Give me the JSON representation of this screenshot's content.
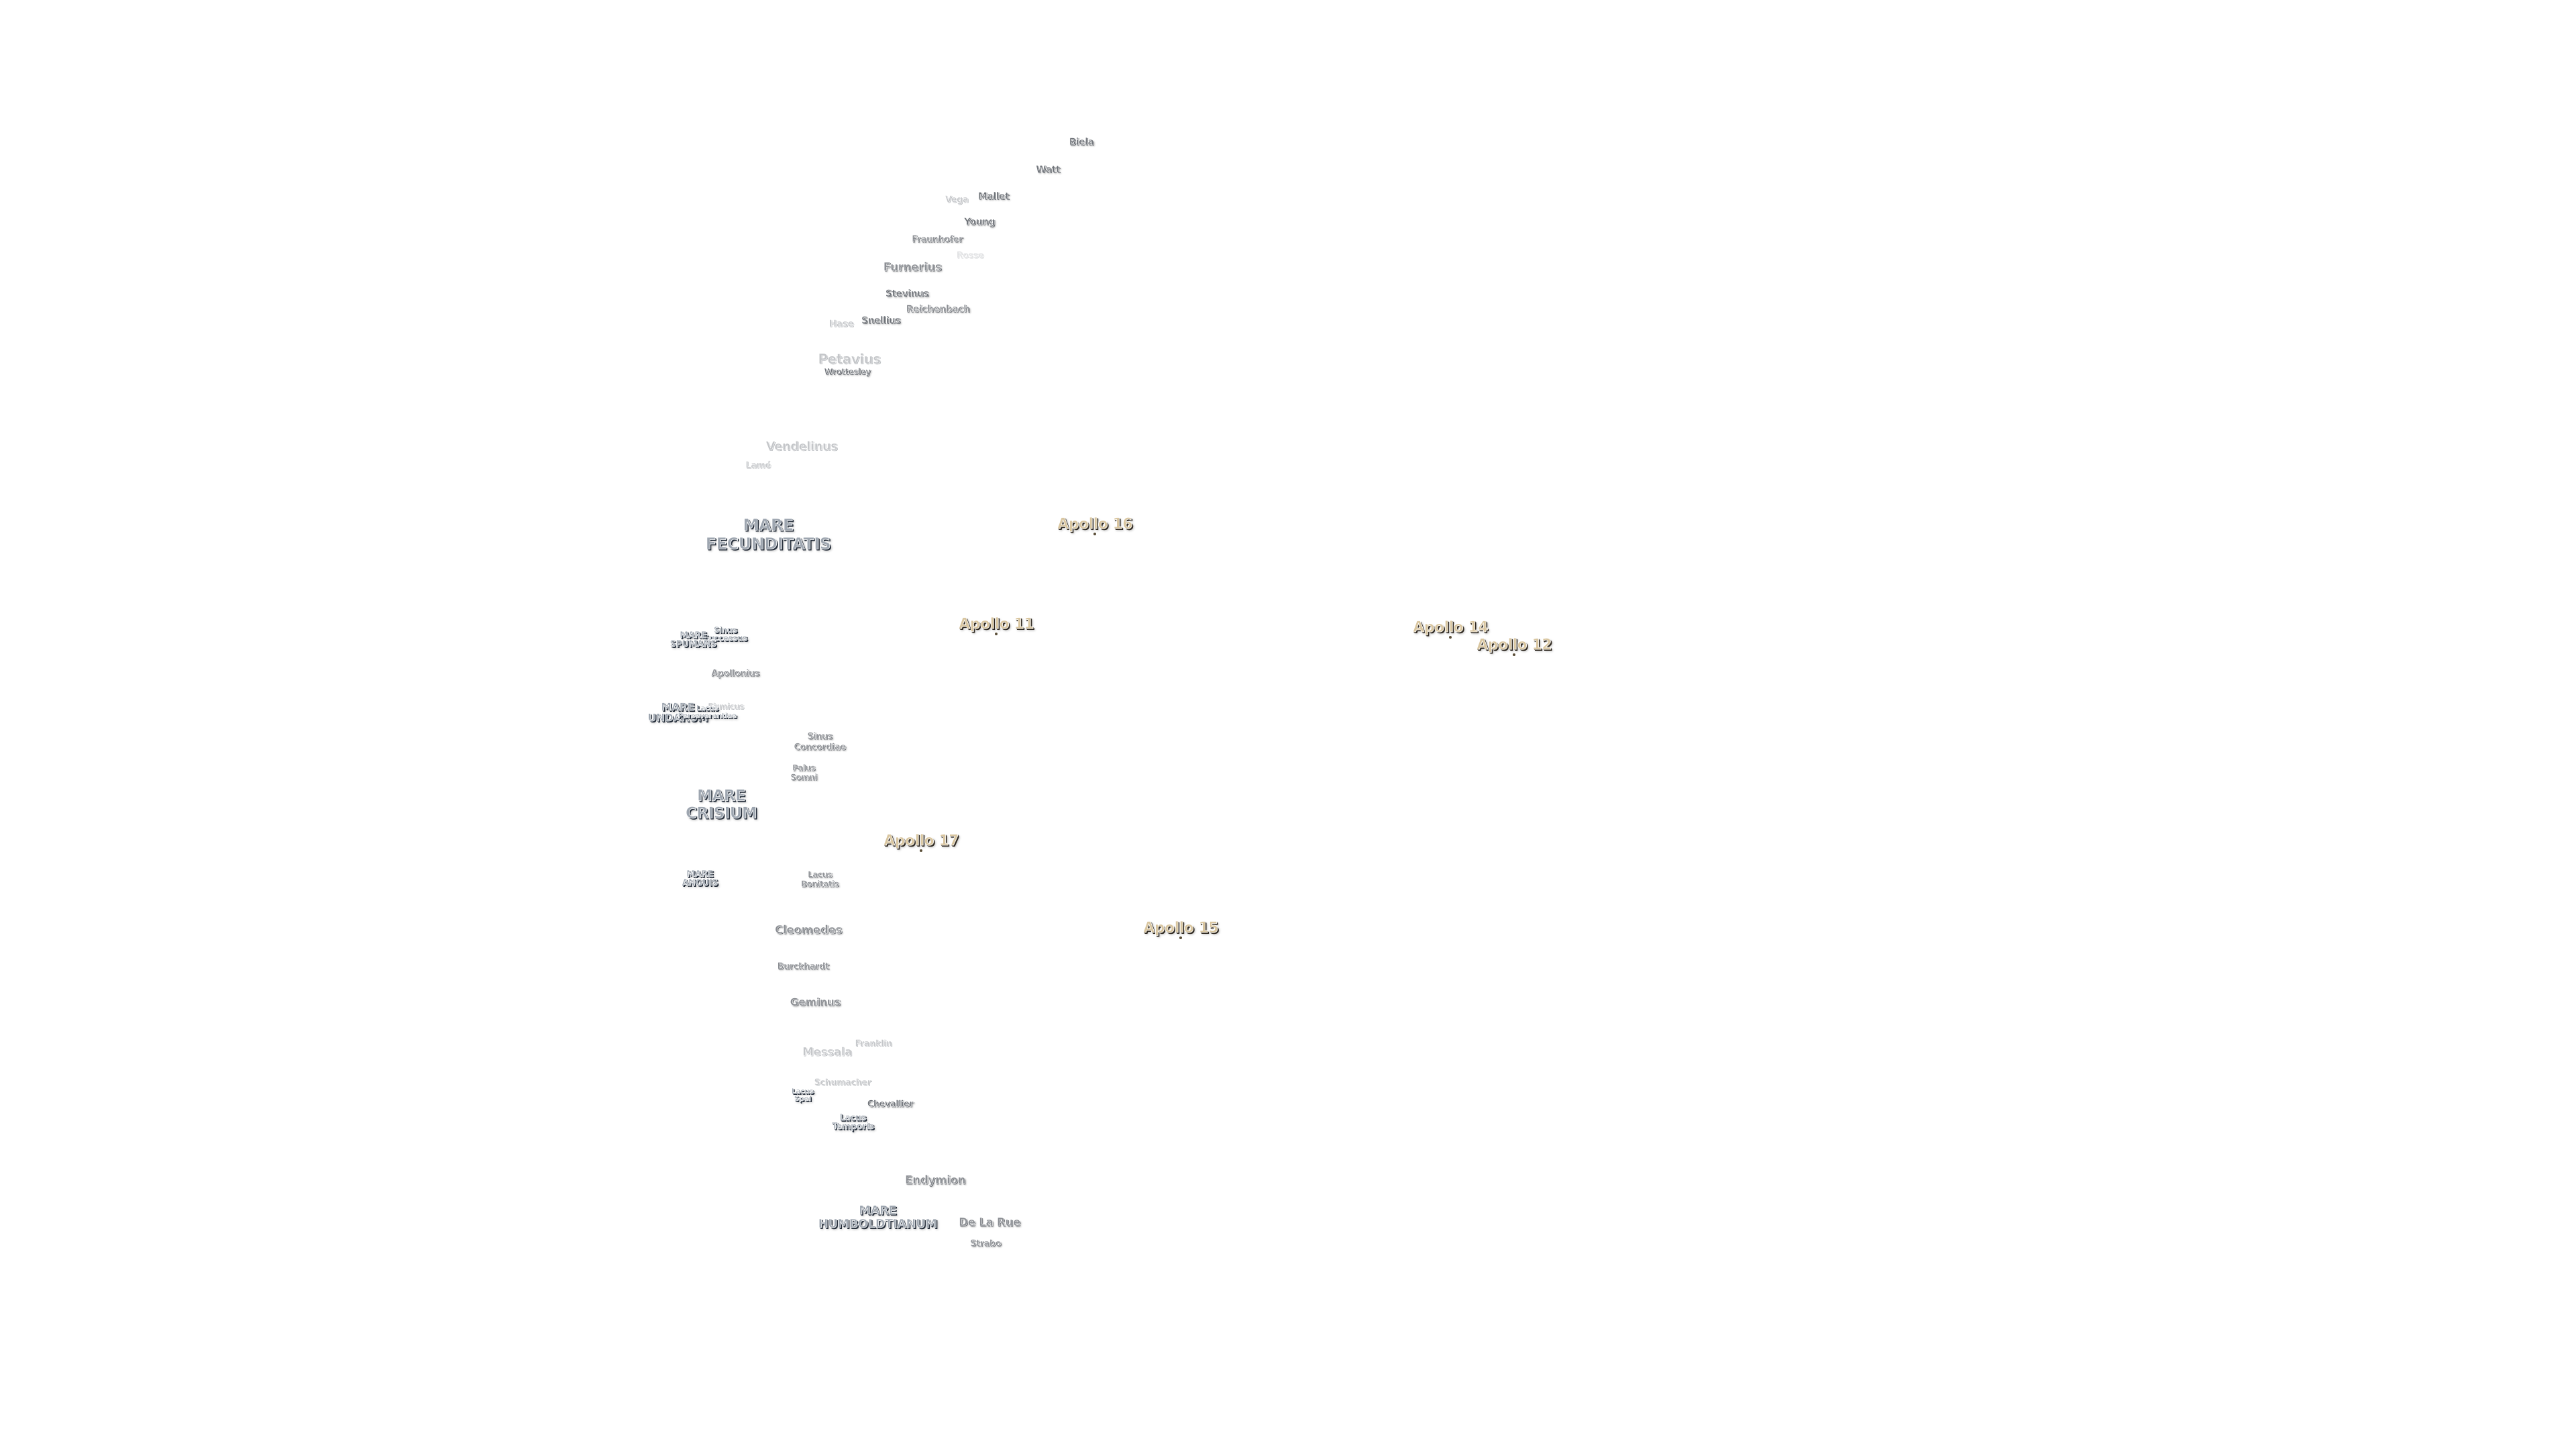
{
  "features": [
    {
      "id": "biela",
      "text": "Biela",
      "kind": "crater",
      "tone": "dark"
    },
    {
      "id": "watt",
      "text": "Watt",
      "kind": "crater",
      "tone": "dark"
    },
    {
      "id": "vega",
      "text": "Vega",
      "kind": "crater",
      "tone": "faint"
    },
    {
      "id": "mallet",
      "text": "Mallet",
      "kind": "crater",
      "tone": "dark"
    },
    {
      "id": "young",
      "text": "Young",
      "kind": "crater",
      "tone": "dark"
    },
    {
      "id": "fraunhofer",
      "text": "Fraunhofer",
      "kind": "crater",
      "tone": "normal"
    },
    {
      "id": "rosse",
      "text": "Rosse",
      "kind": "crater",
      "tone": "vfaint"
    },
    {
      "id": "furnerius",
      "text": "Furnerius",
      "kind": "crater",
      "tone": "normal"
    },
    {
      "id": "stevinus",
      "text": "Stevinus",
      "kind": "crater",
      "tone": "dark"
    },
    {
      "id": "reichenbach",
      "text": "Reichenbach",
      "kind": "crater",
      "tone": "normal"
    },
    {
      "id": "hase",
      "text": "Hase",
      "kind": "crater",
      "tone": "faint"
    },
    {
      "id": "snellius",
      "text": "Snellius",
      "kind": "crater",
      "tone": "dark"
    },
    {
      "id": "petavius",
      "text": "Petavius",
      "kind": "crater",
      "tone": "faint"
    },
    {
      "id": "wrottesley",
      "text": "Wrottesley",
      "kind": "crater",
      "tone": "dark"
    },
    {
      "id": "vendelinus",
      "text": "Vendelinus",
      "kind": "crater",
      "tone": "faint"
    },
    {
      "id": "lame",
      "text": "Lamé",
      "kind": "crater",
      "tone": "faint"
    },
    {
      "id": "mare-fecunditatis",
      "text": "MARE\nFECUNDITATIS",
      "kind": "mare"
    },
    {
      "id": "sinus-successus",
      "text": "Sinus\nSuccessus",
      "kind": "mare",
      "small": true
    },
    {
      "id": "mare-spumans",
      "text": "MARE\nSPUMANS",
      "kind": "mare",
      "small": true
    },
    {
      "id": "apollonius",
      "text": "Apollonius",
      "kind": "crater",
      "tone": "normal"
    },
    {
      "id": "firmicus",
      "text": "Firmicus",
      "kind": "crater",
      "tone": "faint"
    },
    {
      "id": "mare-undarum",
      "text": "MARE\nUNDARUM",
      "kind": "mare",
      "small": true
    },
    {
      "id": "lacus-perseverantiae",
      "text": "Lacus\nPerseverantiae",
      "kind": "mare",
      "small": true
    },
    {
      "id": "sinus-concordiae",
      "text": "Sinus\nConcordiae",
      "kind": "crater",
      "tone": "normal"
    },
    {
      "id": "palus-somni",
      "text": "Palus\nSomni",
      "kind": "crater",
      "tone": "normal"
    },
    {
      "id": "mare-crisium",
      "text": "MARE\nCRISIUM",
      "kind": "mare"
    },
    {
      "id": "mare-anguis",
      "text": "MARE\nANGUIS",
      "kind": "mare",
      "small": true
    },
    {
      "id": "lacus-bonitatis",
      "text": "Lacus\nBonitatis",
      "kind": "crater",
      "tone": "normal"
    },
    {
      "id": "cleomedes",
      "text": "Cleomedes",
      "kind": "crater",
      "tone": "normal"
    },
    {
      "id": "burckhardt",
      "text": "Burckhardt",
      "kind": "crater",
      "tone": "normal"
    },
    {
      "id": "geminus",
      "text": "Geminus",
      "kind": "crater",
      "tone": "normal"
    },
    {
      "id": "franklin",
      "text": "Franklin",
      "kind": "crater",
      "tone": "faint"
    },
    {
      "id": "messala",
      "text": "Messala",
      "kind": "crater",
      "tone": "faint"
    },
    {
      "id": "schumacher",
      "text": "Schumacher",
      "kind": "crater",
      "tone": "faint"
    },
    {
      "id": "lacus-spei",
      "text": "Lacus\nSpei",
      "kind": "mare",
      "small": true
    },
    {
      "id": "chevallier",
      "text": "Chevallier",
      "kind": "crater",
      "tone": "dark"
    },
    {
      "id": "lacus-temporis",
      "text": "Lacus\nTemporis",
      "kind": "mare",
      "small": true
    },
    {
      "id": "endymion",
      "text": "Endymion",
      "kind": "crater",
      "tone": "normal"
    },
    {
      "id": "mare-humboldtianum",
      "text": "MARE\nHUMBOLDTIANUM",
      "kind": "mare"
    },
    {
      "id": "de-la-rue",
      "text": "De La Rue",
      "kind": "crater",
      "tone": "normal"
    },
    {
      "id": "strabo",
      "text": "Strabo",
      "kind": "crater",
      "tone": "normal"
    },
    {
      "id": "apollo-16",
      "text": "Apollo 16",
      "kind": "apollo"
    },
    {
      "id": "apollo-11",
      "text": "Apollo 11",
      "kind": "apollo"
    },
    {
      "id": "apollo-14",
      "text": "Apollo 14",
      "kind": "apollo"
    },
    {
      "id": "apollo-12",
      "text": "Apollo 12",
      "kind": "apollo"
    },
    {
      "id": "apollo-17",
      "text": "Apollo 17",
      "kind": "apollo"
    },
    {
      "id": "apollo-15",
      "text": "Apollo 15",
      "kind": "apollo"
    }
  ]
}
